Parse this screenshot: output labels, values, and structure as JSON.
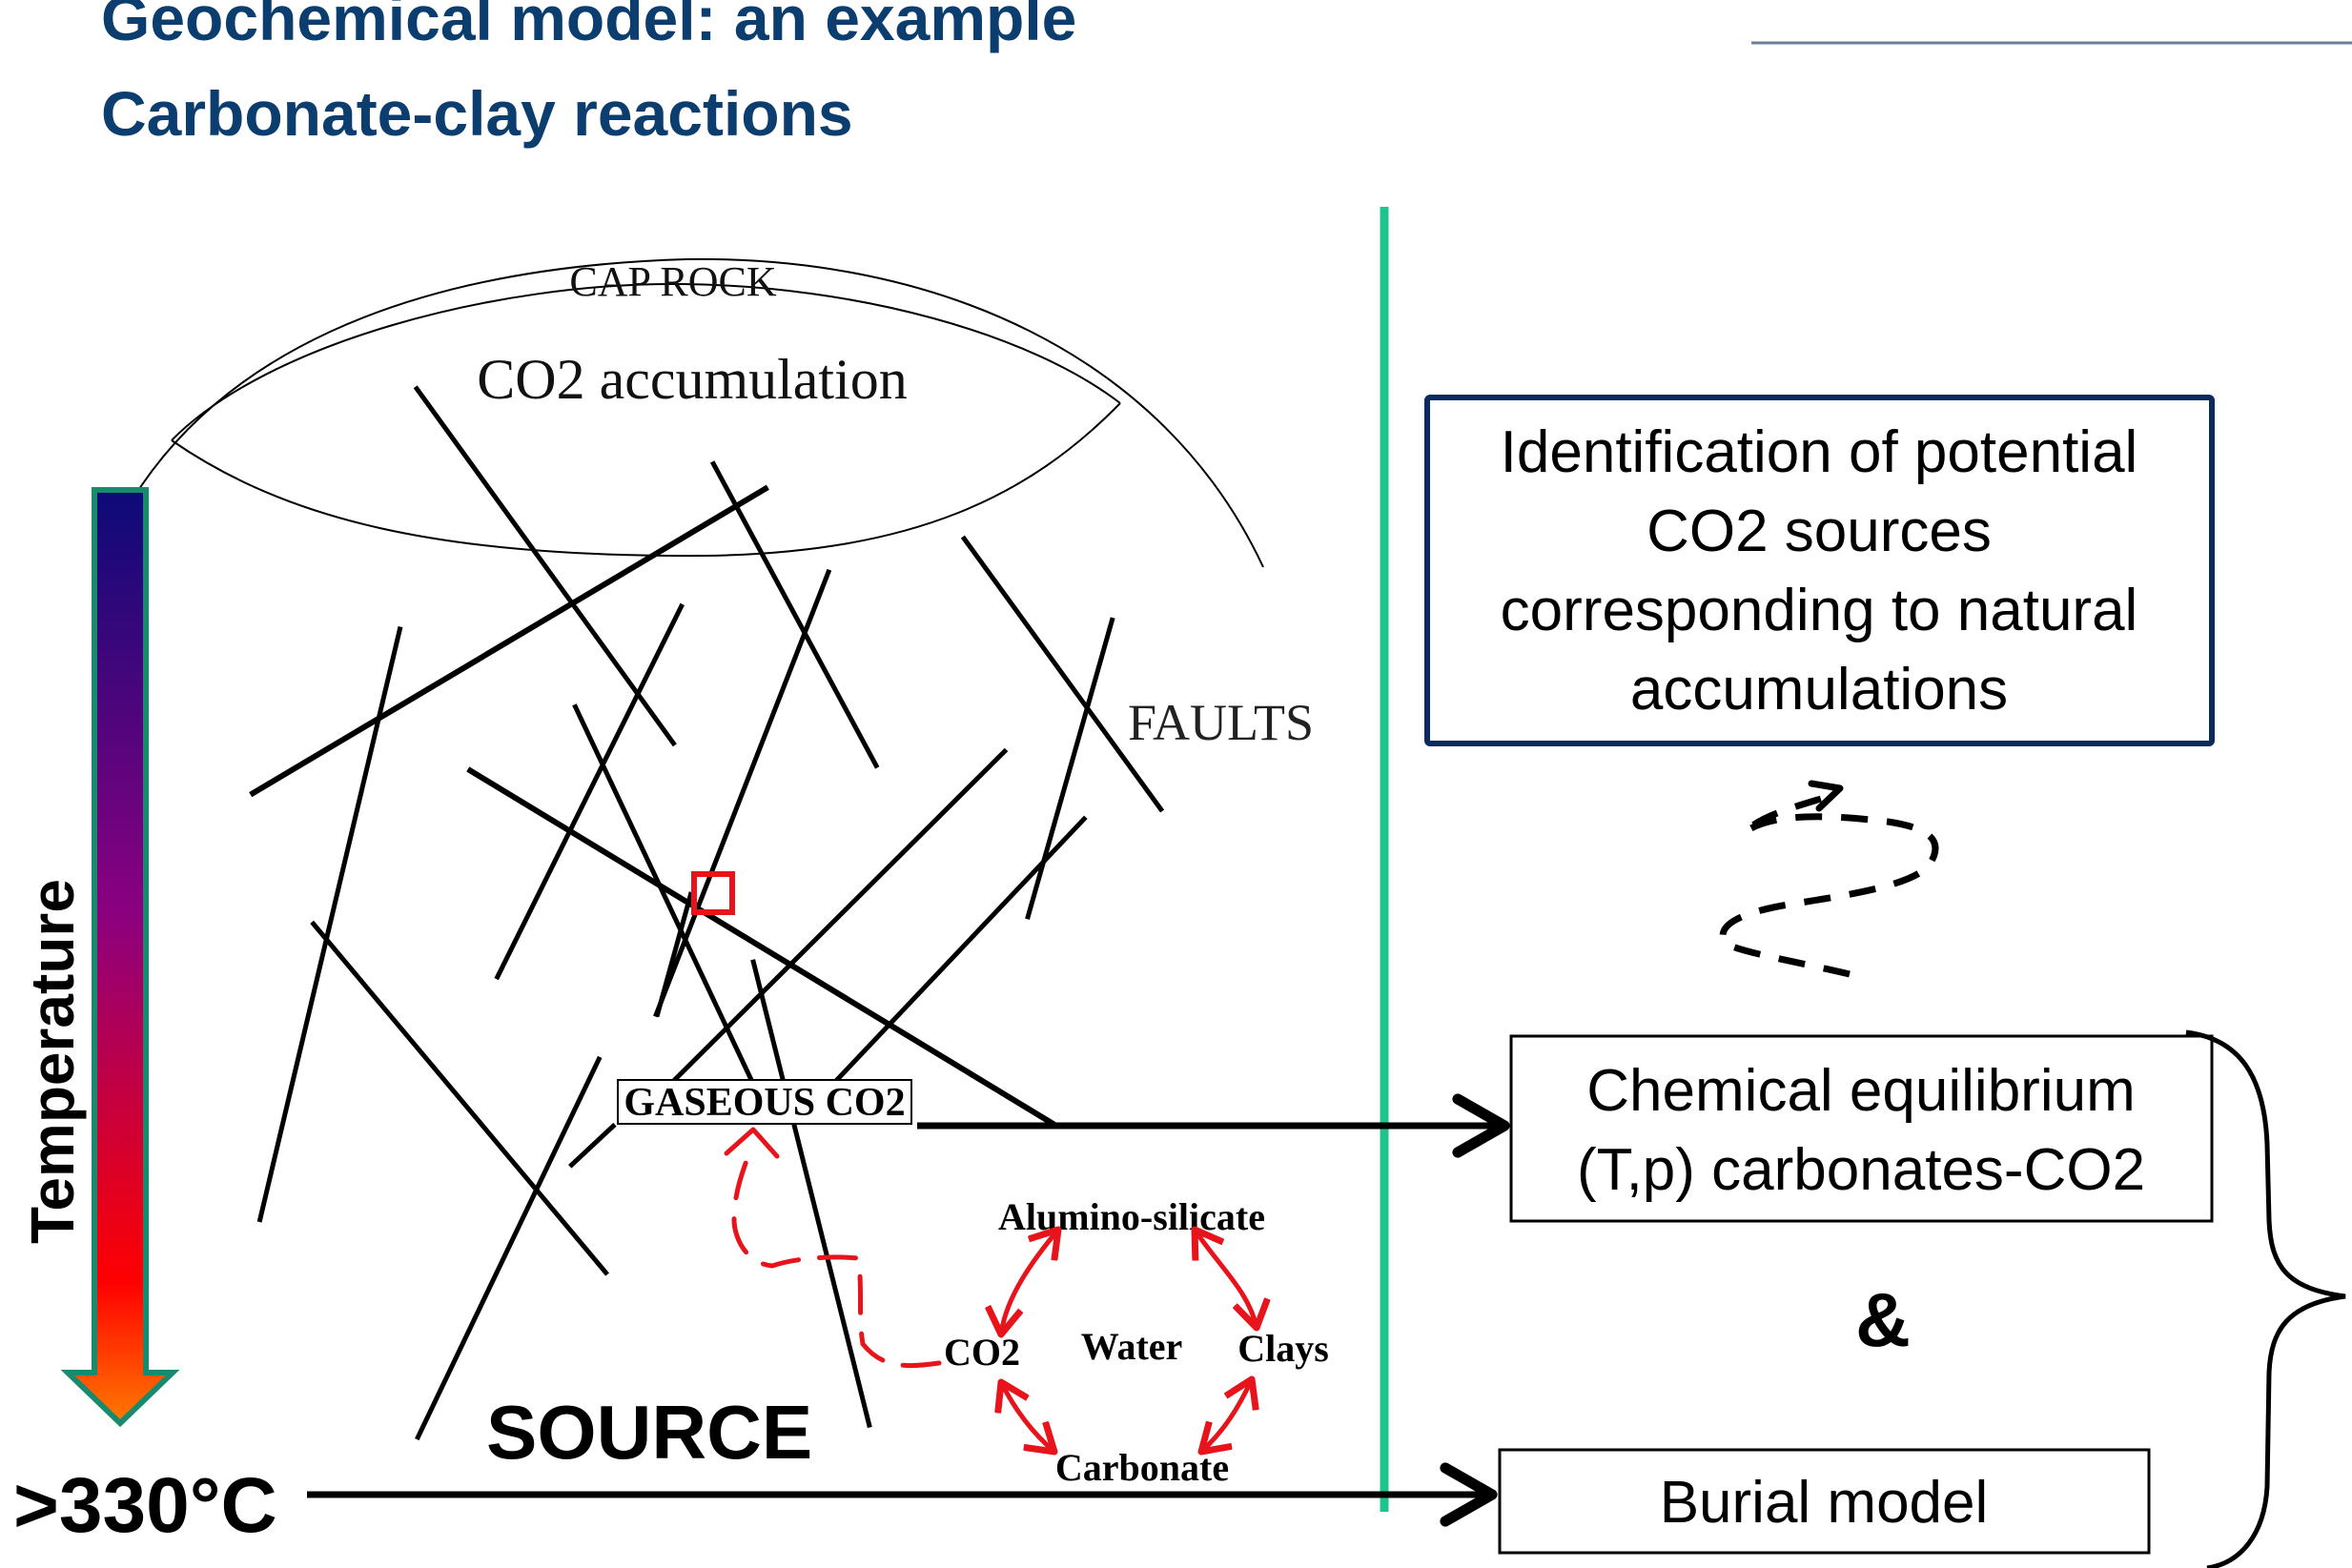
{
  "slide": {
    "title_line1": "Geochemical model: an example",
    "title_line2": "Carbonate-clay reactions"
  },
  "colors": {
    "title": "#0b3d6e",
    "header_rule": "#6a7f99",
    "divider": "#1dc48c",
    "identification_border": "#0d2a5e",
    "red": "#e8141c",
    "temp_top": "#0c0a78",
    "temp_mid": "#8a0080",
    "temp_low": "#ff0000",
    "temp_tip": "#ff7a00",
    "temp_border": "#1a8a6e"
  },
  "diagram": {
    "cap_rock_label": "CAP ROCK",
    "accumulation_label": "CO2 accumulation",
    "faults_label": "FAULTS",
    "gaseous_label": "GASEOUS CO2",
    "source_label": "SOURCE",
    "temperature_label": "Temperature",
    "temperature_value": ">330°C",
    "cycle": {
      "top": "Alumino-silicate",
      "left": "CO2",
      "center": "Water",
      "right": "Clays",
      "bottom": "Carbonate"
    }
  },
  "right_panel": {
    "identification_lines": [
      "Identification of potential",
      "CO2 sources",
      "corresponding to natural",
      "accumulations"
    ],
    "equilibrium_lines": [
      "Chemical equilibrium",
      "(T,p) carbonates-CO2"
    ],
    "ampersand": "&",
    "burial_label": "Burial model"
  }
}
